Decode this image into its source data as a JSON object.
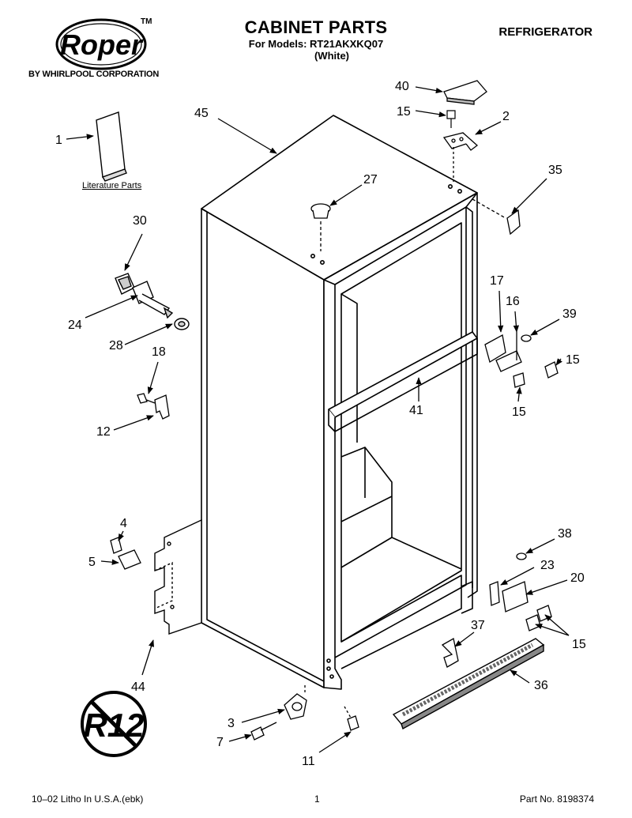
{
  "header": {
    "title": "CABINET PARTS",
    "models": "For Models: RT21AKXKQ07",
    "color": "(White)",
    "category": "REFRIGERATOR"
  },
  "brand": {
    "logo_text": "Roper",
    "trademark": "TM",
    "byline": "BY WHIRLPOOL CORPORATION"
  },
  "literature_label": "Literature Parts",
  "callouts": {
    "c1": "1",
    "c2": "2",
    "c3": "3",
    "c4": "4",
    "c5": "5",
    "c7": "7",
    "c11": "11",
    "c12": "12",
    "c15a": "15",
    "c15b": "15",
    "c15c": "15",
    "c15d": "15",
    "c16": "16",
    "c17": "17",
    "c18": "18",
    "c20": "20",
    "c23": "23",
    "c24": "24",
    "c27": "27",
    "c28": "28",
    "c30": "30",
    "c35": "35",
    "c36": "36",
    "c37": "37",
    "c38": "38",
    "c39": "39",
    "c40": "40",
    "c41": "41",
    "c44": "44",
    "c45": "45"
  },
  "badge": {
    "text": "R12"
  },
  "footer": {
    "left": "10–02 Litho In U.S.A.(ebk)",
    "page": "1",
    "part": "Part No. 8198374"
  }
}
